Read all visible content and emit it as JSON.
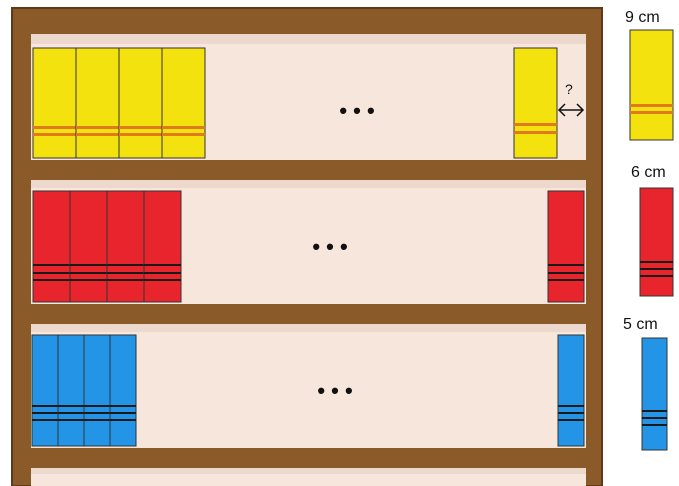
{
  "gap_question": "?",
  "ellipsis": "• • •",
  "colors": {
    "frame": "#8a5a28",
    "frame_dark": "#5e3b18",
    "shelf_back": "#f6e6dc",
    "yellow": "#f4e20f",
    "red": "#e8242c",
    "blue": "#2394e6",
    "stripe_yellow": "#e07a1e",
    "stripe_dark": "#1a1a1a"
  },
  "shelves": [
    {
      "color": "yellow",
      "left_books": 4,
      "right_books": 1,
      "has_gap_marker": true
    },
    {
      "color": "red",
      "left_books": 4,
      "right_books": 1,
      "has_gap_marker": false
    },
    {
      "color": "blue",
      "left_books": 4,
      "right_books": 1,
      "has_gap_marker": false
    }
  ],
  "legend": [
    {
      "label": "9 cm",
      "color": "yellow"
    },
    {
      "label": "6 cm",
      "color": "red"
    },
    {
      "label": "5 cm",
      "color": "blue"
    }
  ]
}
